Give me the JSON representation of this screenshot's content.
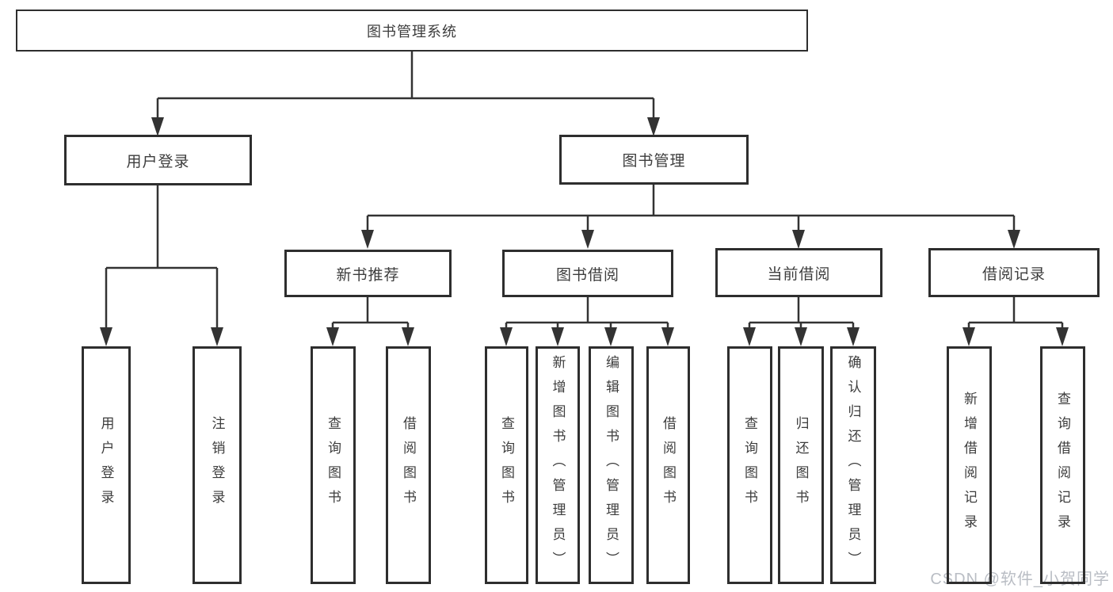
{
  "tree": {
    "label": "图书管理系统",
    "children": [
      {
        "label": "用户登录",
        "children": [
          {
            "label": "用户登录"
          },
          {
            "label": "注销登录"
          }
        ]
      },
      {
        "label": "图书管理",
        "children": [
          {
            "label": "新书推荐",
            "children": [
              {
                "label": "查询图书"
              },
              {
                "label": "借阅图书"
              }
            ]
          },
          {
            "label": "图书借阅",
            "children": [
              {
                "label": "查询图书"
              },
              {
                "label": "新增图书（管理员）"
              },
              {
                "label": "编辑图书（管理员）"
              },
              {
                "label": "借阅图书"
              }
            ]
          },
          {
            "label": "当前借阅",
            "children": [
              {
                "label": "查询图书"
              },
              {
                "label": "归还图书"
              },
              {
                "label": "确认归还（管理员）"
              }
            ]
          },
          {
            "label": "借阅记录",
            "children": [
              {
                "label": "新增借阅记录"
              },
              {
                "label": "查询借阅记录"
              }
            ]
          }
        ]
      }
    ]
  },
  "watermark": {
    "text": "CSDN @软件_小贺同学"
  },
  "colors": {
    "line": "#333333",
    "text": "#3d3d3d",
    "watermark": "#b9bdc4",
    "background": "#ffffff"
  }
}
